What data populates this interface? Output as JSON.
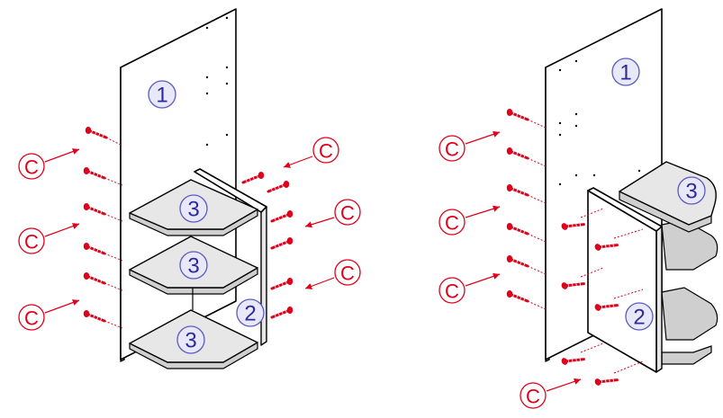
{
  "labels": {
    "side_panel": "1",
    "side_panel_2": "2",
    "shelf": "3",
    "screw": "C"
  },
  "colors": {
    "screw_red": "#e0001a",
    "badge_blue": "#2b2b9a",
    "panel_gray": "#e7e7e7"
  },
  "icons": {
    "screw": "screw-icon"
  }
}
